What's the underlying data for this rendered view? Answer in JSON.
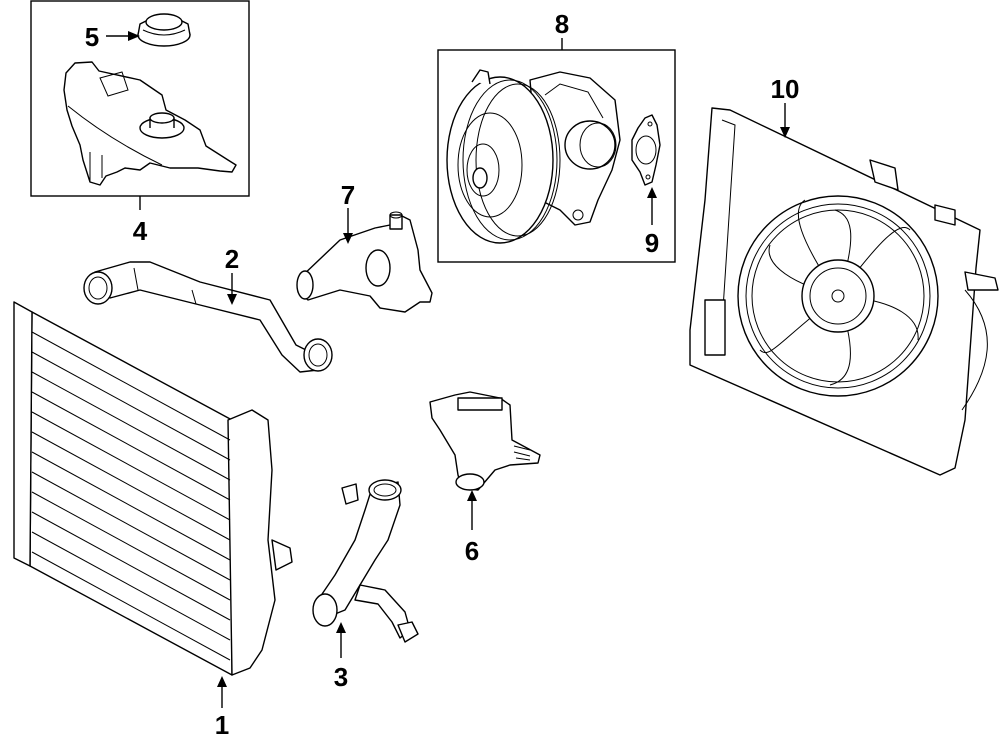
{
  "diagram": {
    "type": "exploded parts diagram",
    "subject": "Engine cooling system",
    "callouts": [
      {
        "number": "1",
        "part": "radiator"
      },
      {
        "number": "2",
        "part": "upper-radiator-hose"
      },
      {
        "number": "3",
        "part": "lower-radiator-hose"
      },
      {
        "number": "4",
        "part": "coolant-reservoir"
      },
      {
        "number": "5",
        "part": "reservoir-cap"
      },
      {
        "number": "6",
        "part": "thermostat-housing"
      },
      {
        "number": "7",
        "part": "water-outlet-housing"
      },
      {
        "number": "8",
        "part": "water-pump"
      },
      {
        "number": "9",
        "part": "water-pump-gasket"
      },
      {
        "number": "10",
        "part": "cooling-fan-assembly"
      }
    ]
  },
  "colors": {
    "line": "#000000",
    "background": "#ffffff"
  }
}
